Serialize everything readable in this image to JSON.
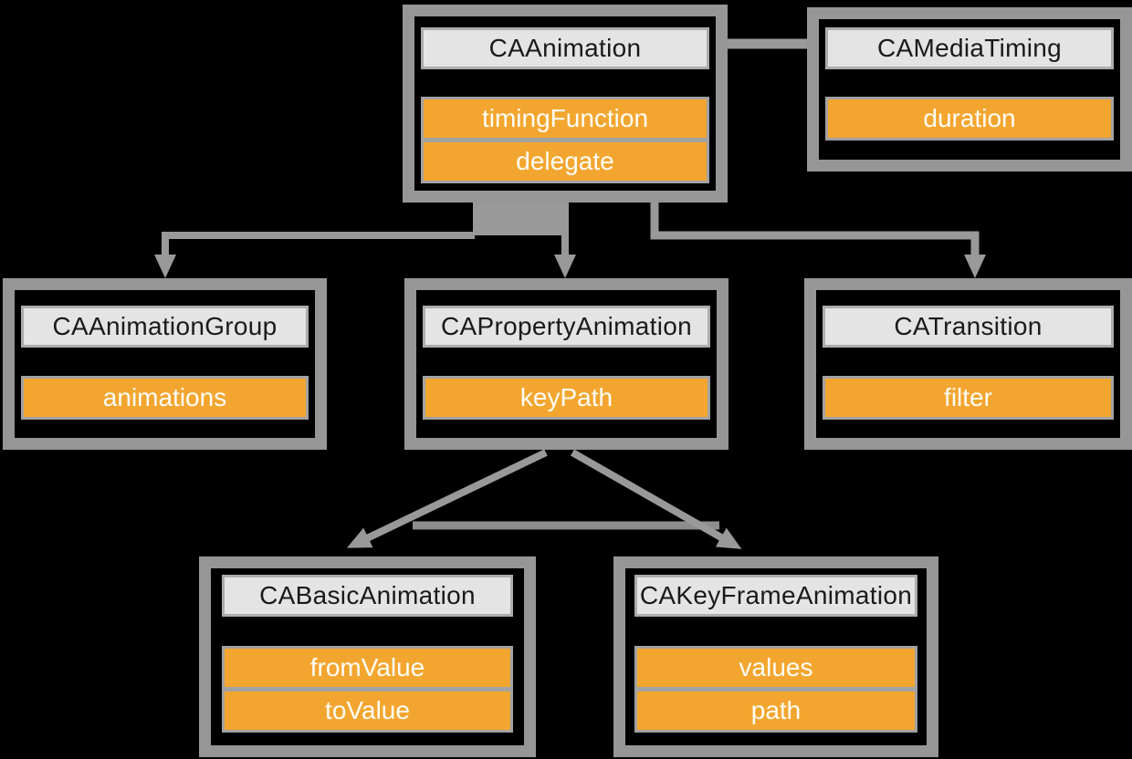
{
  "classes": {
    "caanimation": {
      "title": "CAAnimation",
      "props": [
        "timingFunction",
        "delegate"
      ]
    },
    "camediatiming": {
      "title": "CAMediaTiming",
      "props": [
        "duration"
      ]
    },
    "caanimationgroup": {
      "title": "CAAnimationGroup",
      "props": [
        "animations"
      ]
    },
    "capropertyanimation": {
      "title": "CAPropertyAnimation",
      "props": [
        "keyPath"
      ]
    },
    "catransition": {
      "title": "CATransition",
      "props": [
        "filter"
      ]
    },
    "cabasicanimation": {
      "title": "CABasicAnimation",
      "props": [
        "fromValue",
        "toValue"
      ]
    },
    "cakeyframeanimation": {
      "title": "CAKeyFrameAnimation",
      "props": [
        "values",
        "path"
      ]
    }
  },
  "connections": [
    {
      "from": "CAAnimation",
      "to": "CAMediaTiming",
      "style": "plain-line"
    },
    {
      "from": "CAAnimation",
      "to": "CAAnimationGroup",
      "style": "arrow-down"
    },
    {
      "from": "CAAnimation",
      "to": "CAPropertyAnimation",
      "style": "arrow-down"
    },
    {
      "from": "CAAnimation",
      "to": "CATransition",
      "style": "arrow-down"
    },
    {
      "from": "CAPropertyAnimation",
      "to": "CABasicAnimation",
      "style": "arrow-down"
    },
    {
      "from": "CAPropertyAnimation",
      "to": "CAKeyFrameAnimation",
      "style": "arrow-down"
    }
  ],
  "colors": {
    "background": "#000000",
    "box_border": "#969696",
    "title_fill": "#e4e4e4",
    "title_border": "#acacac",
    "title_text": "#1a1a1a",
    "property_fill": "#f3a62f",
    "property_text": "#fffdf8",
    "connector": "#999999",
    "crossbar": "#8d8d8d"
  }
}
